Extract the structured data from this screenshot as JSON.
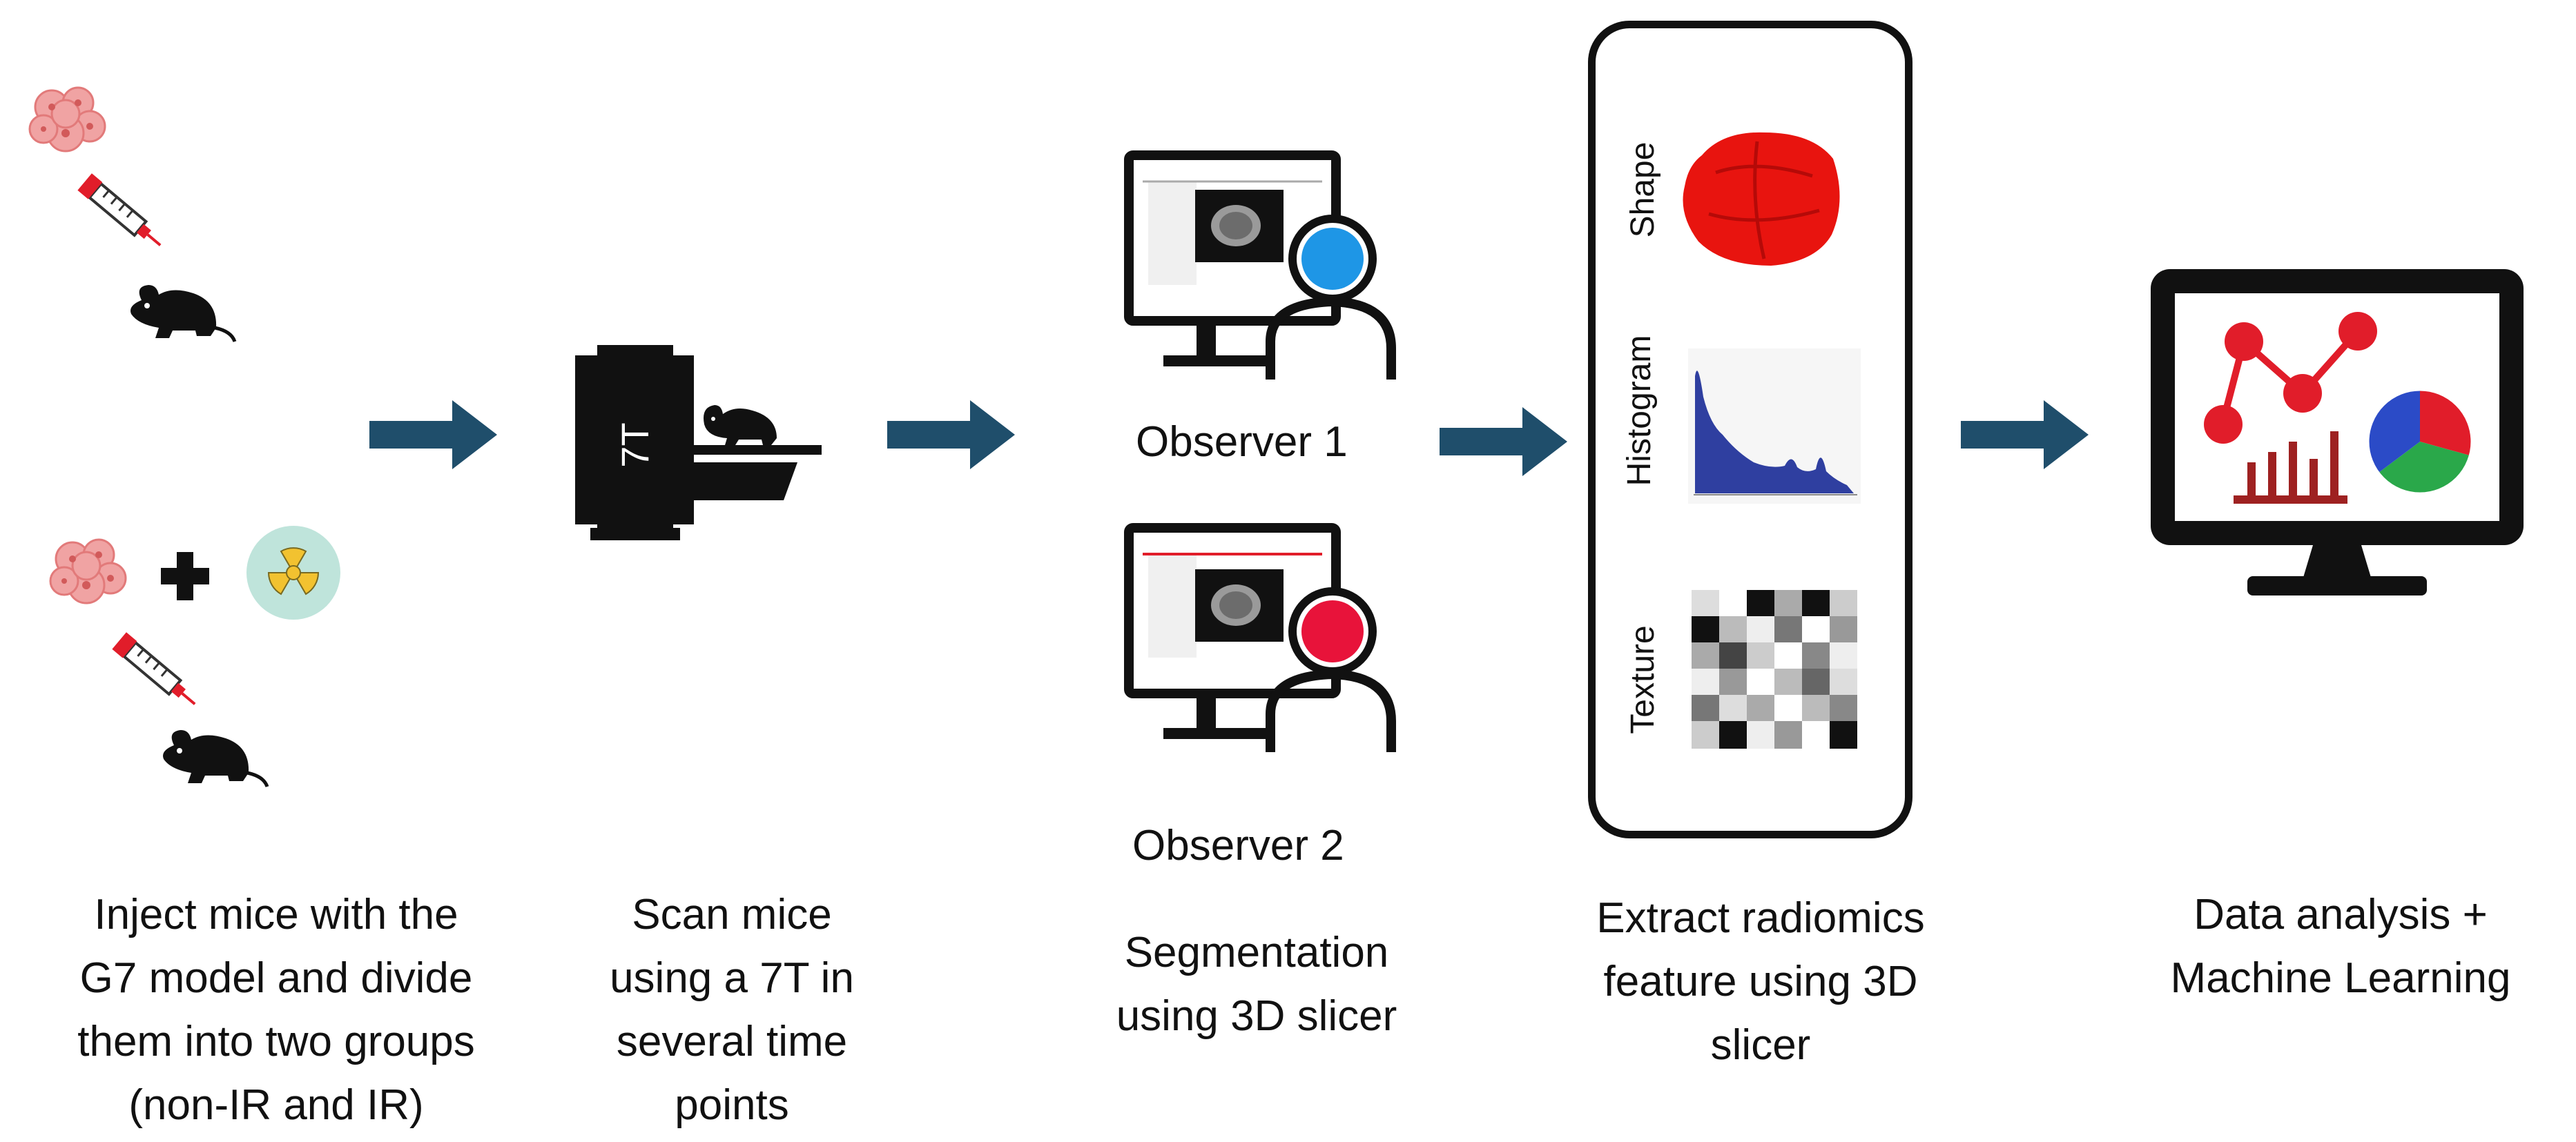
{
  "steps": [
    {
      "caption_lines": [
        "Inject mice with the",
        "G7 model and divide",
        "them into two groups",
        "(non-IR and IR)"
      ]
    },
    {
      "caption_lines": [
        "Scan mice",
        "using a 7T in",
        "several time",
        "points"
      ],
      "scanner_label": "7T"
    },
    {
      "caption_lines": [
        "Segmentation",
        "using 3D slicer"
      ],
      "observers": [
        "Observer 1",
        "Observer 2"
      ]
    },
    {
      "caption_lines": [
        "Extract radiomics",
        "feature using 3D",
        "slicer"
      ],
      "features": [
        "Shape",
        "Histogram",
        "Texture"
      ]
    },
    {
      "caption_lines": [
        "Data analysis +",
        "Machine Learning"
      ]
    }
  ],
  "colors": {
    "arrow": "#1f4e6b",
    "observer1": "#1e96e6",
    "observer2": "#e8133a",
    "shape": "#e8140f",
    "histogram": "#2f3fa0",
    "icon_red": "#e11d2a",
    "icon_dark": "#111111"
  }
}
